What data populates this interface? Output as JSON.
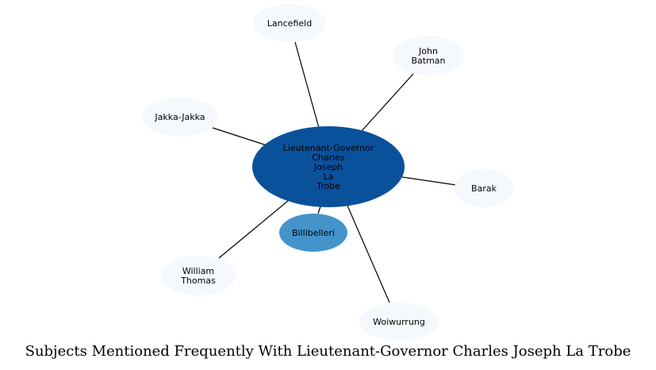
{
  "title": "Subjects Mentioned Frequently With Lieutenant-Governor Charles Joseph La Trobe",
  "colors": {
    "center": "#0a519c",
    "highlight": "#4494cb",
    "satellite": "#f5f9fe"
  },
  "center": {
    "label_lines": [
      "Lieutenant-Governor",
      "Charles",
      "Joseph",
      "La",
      "Trobe"
    ]
  },
  "nodes": [
    {
      "id": "lancefield",
      "label_lines": [
        "Lancefield"
      ],
      "style": "satellite"
    },
    {
      "id": "john-batman",
      "label_lines": [
        "John",
        "Batman"
      ],
      "style": "satellite"
    },
    {
      "id": "jakka-jakka",
      "label_lines": [
        "Jakka-Jakka"
      ],
      "style": "satellite"
    },
    {
      "id": "barak",
      "label_lines": [
        "Barak"
      ],
      "style": "satellite"
    },
    {
      "id": "billibelleri",
      "label_lines": [
        "Billibelleri"
      ],
      "style": "highlight"
    },
    {
      "id": "william-thomas",
      "label_lines": [
        "William",
        "Thomas"
      ],
      "style": "satellite"
    },
    {
      "id": "woiwurrung",
      "label_lines": [
        "Woiwurrung"
      ],
      "style": "satellite"
    }
  ]
}
